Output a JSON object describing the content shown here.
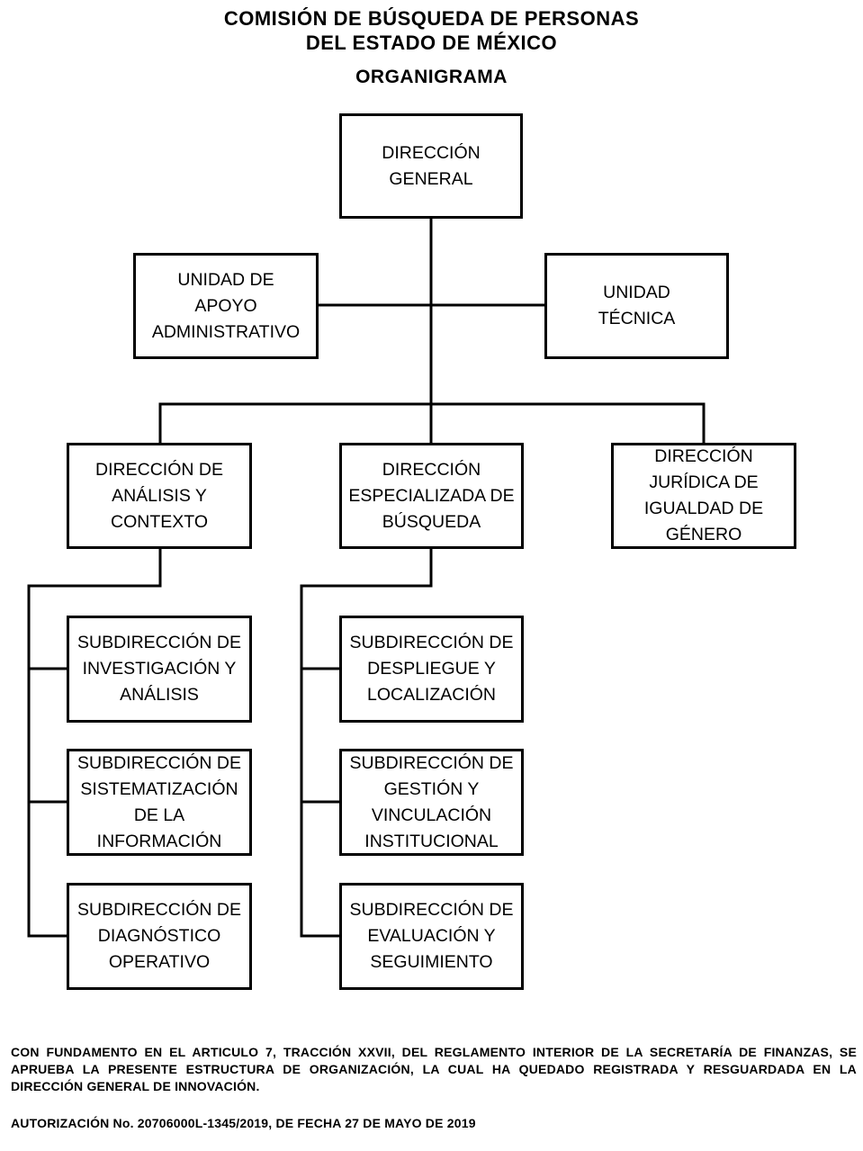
{
  "header": {
    "title_line1": "COMISIÓN DE BÚSQUEDA DE PERSONAS",
    "title_line2": "DEL ESTADO DE MÉXICO",
    "subtitle": "ORGANIGRAMA"
  },
  "boxes": {
    "direccion_general": [
      "DIRECCIÓN",
      "GENERAL"
    ],
    "unidad_apoyo": [
      "UNIDAD DE",
      "APOYO",
      "ADMINISTRATIVO"
    ],
    "unidad_tecnica": [
      "UNIDAD",
      "TÉCNICA"
    ],
    "dir_analisis": [
      "DIRECCIÓN DE",
      "ANÁLISIS Y",
      "CONTEXTO"
    ],
    "dir_especializada": [
      "DIRECCIÓN",
      "ESPECIALIZADA DE",
      "BÚSQUEDA"
    ],
    "dir_juridica": [
      "DIRECCIÓN",
      "JURÍDICA DE",
      "IGUALDAD DE",
      "GÉNERO"
    ],
    "sub_investigacion": [
      "SUBDIRECCIÓN DE",
      "INVESTIGACIÓN Y",
      "ANÁLISIS"
    ],
    "sub_sistematizacion": [
      "SUBDIRECCIÓN DE",
      "SISTEMATIZACIÓN",
      "DE LA",
      "INFORMACIÓN"
    ],
    "sub_diagnostico": [
      "SUBDIRECCIÓN DE",
      "DIAGNÓSTICO",
      "OPERATIVO"
    ],
    "sub_despliegue": [
      "SUBDIRECCIÓN DE",
      "DESPLIEGUE Y",
      "LOCALIZACIÓN"
    ],
    "sub_gestion": [
      "SUBDIRECCIÓN DE",
      "GESTIÓN Y",
      "VINCULACIÓN",
      "INSTITUCIONAL"
    ],
    "sub_evaluacion": [
      "SUBDIRECCIÓN DE",
      "EVALUACIÓN Y",
      "SEGUIMIENTO"
    ]
  },
  "footer": {
    "legal_note": "CON FUNDAMENTO EN EL ARTICULO 7, TRACCIÓN XXVII, DEL REGLAMENTO INTERIOR DE LA SECRETARÍA DE FINANZAS, SE APRUEBA LA PRESENTE ESTRUCTURA DE ORGANIZACIÓN, LA CUAL HA QUEDADO REGISTRADA Y RESGUARDADA EN LA DIRECCIÓN GENERAL DE INNOVACIÓN.",
    "authorization": "AUTORIZACIÓN No. 20706000L-1345/2019, DE FECHA 27 DE MAYO DE 2019"
  }
}
